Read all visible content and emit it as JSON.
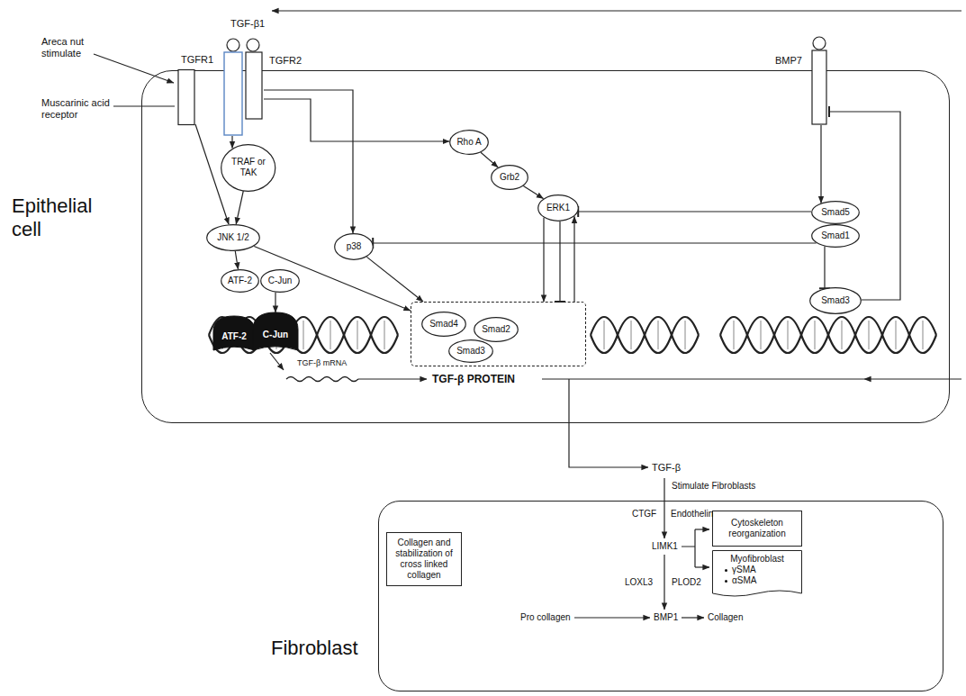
{
  "diagram": {
    "nodes": [
      {
        "text": [
          "Epithelial cell"
        ]
      },
      {
        "text": [
          "TGFR1"
        ],
        "in": 0
      },
      {
        "text": [
          "TGFR2"
        ],
        "in": 0
      },
      {
        "text": [
          "BMP7"
        ],
        "in": 0
      },
      {
        "text": [
          "TRAF or TAK"
        ],
        "in": 0
      },
      {
        "text": [
          "Rho A"
        ],
        "in": 0
      },
      {
        "text": [
          "Grb2"
        ],
        "in": 0
      },
      {
        "text": [
          "ERK1"
        ],
        "in": 0
      },
      {
        "text": [
          "Smad5"
        ],
        "in": 0
      },
      {
        "text": [
          "JNK 1/2"
        ],
        "in": 0
      },
      {
        "text": [
          "p38"
        ],
        "in": 0
      },
      {
        "text": [
          "Smad1"
        ],
        "in": 0
      },
      {
        "text": [
          "ATF-2"
        ],
        "in": 0
      },
      {
        "text": [
          "C-Jun"
        ],
        "in": 0
      },
      {
        "text": [],
        "in": 0
      },
      {
        "text": [
          "Smad4"
        ],
        "in": 14
      },
      {
        "text": [
          "Smad2"
        ],
        "in": 14
      },
      {
        "text": [
          "Smad3"
        ],
        "in": 14
      },
      {
        "text": [
          "Smad3"
        ],
        "in": 0
      },
      {
        "text": [
          "ATF-2"
        ],
        "in": 0
      },
      {
        "text": [
          "C-Jun"
        ],
        "in": 0
      },
      {
        "text": [
          "Fibroblast"
        ]
      },
      {
        "text": [
          "Cytoskeleton reorganization"
        ],
        "in": 21
      },
      {
        "text": [
          "Myofibroblast",
          "γSMA",
          "αSMA"
        ],
        "in": 21
      },
      {
        "text": [
          "Collagen and stabilization of cross linked collagen"
        ],
        "in": 21
      }
    ],
    "edges": [
      {
        "from": 1,
        "to": 9,
        "arrow": "to"
      },
      {
        "from": 2,
        "to": 4,
        "arrow": "to"
      },
      {
        "from": 4,
        "to": 9,
        "arrow": "to"
      },
      {
        "from": 2,
        "to": 10,
        "arrow": "to"
      },
      {
        "from": 2,
        "to": 5,
        "arrow": "to"
      },
      {
        "from": 5,
        "to": 6,
        "arrow": "to"
      },
      {
        "from": 6,
        "to": 7,
        "arrow": "to"
      },
      {
        "from": 3,
        "to": 8,
        "arrow": "to"
      },
      {
        "from": 8,
        "to": 7,
        "arrow": "to"
      },
      {
        "from": 11,
        "to": 10,
        "arrow": "to"
      },
      {
        "from": 11,
        "to": 18,
        "arrow": "to"
      },
      {
        "from": 18,
        "to": 3,
        "arrow": "to"
      },
      {
        "from": 9,
        "to": 14,
        "arrow": "to"
      },
      {
        "from": 10,
        "to": 14,
        "arrow": "to"
      },
      {
        "from": 7,
        "to": 14,
        "arrow": "to"
      },
      {
        "from": 7,
        "to": 14,
        "arrow": "to"
      },
      {
        "from": 14,
        "to": 7,
        "arrow": "to"
      },
      {
        "from": 9,
        "to": 12,
        "arrow": "to"
      },
      {
        "from": 13,
        "to": 20,
        "arrow": "to"
      }
    ],
    "labels": [
      "Areca nut stimulate",
      "Muscarinic acid receptor",
      "TGF-β1",
      "TGF-β mRNA",
      "TGF-β PROTEIN",
      "TGF-β",
      "Stimulate Fibroblasts",
      "CTGF",
      "Endothelin",
      "LIMK1",
      "LOXL3",
      "PLOD2",
      "Pro collagen",
      "BMP1",
      "Collagen"
    ]
  }
}
